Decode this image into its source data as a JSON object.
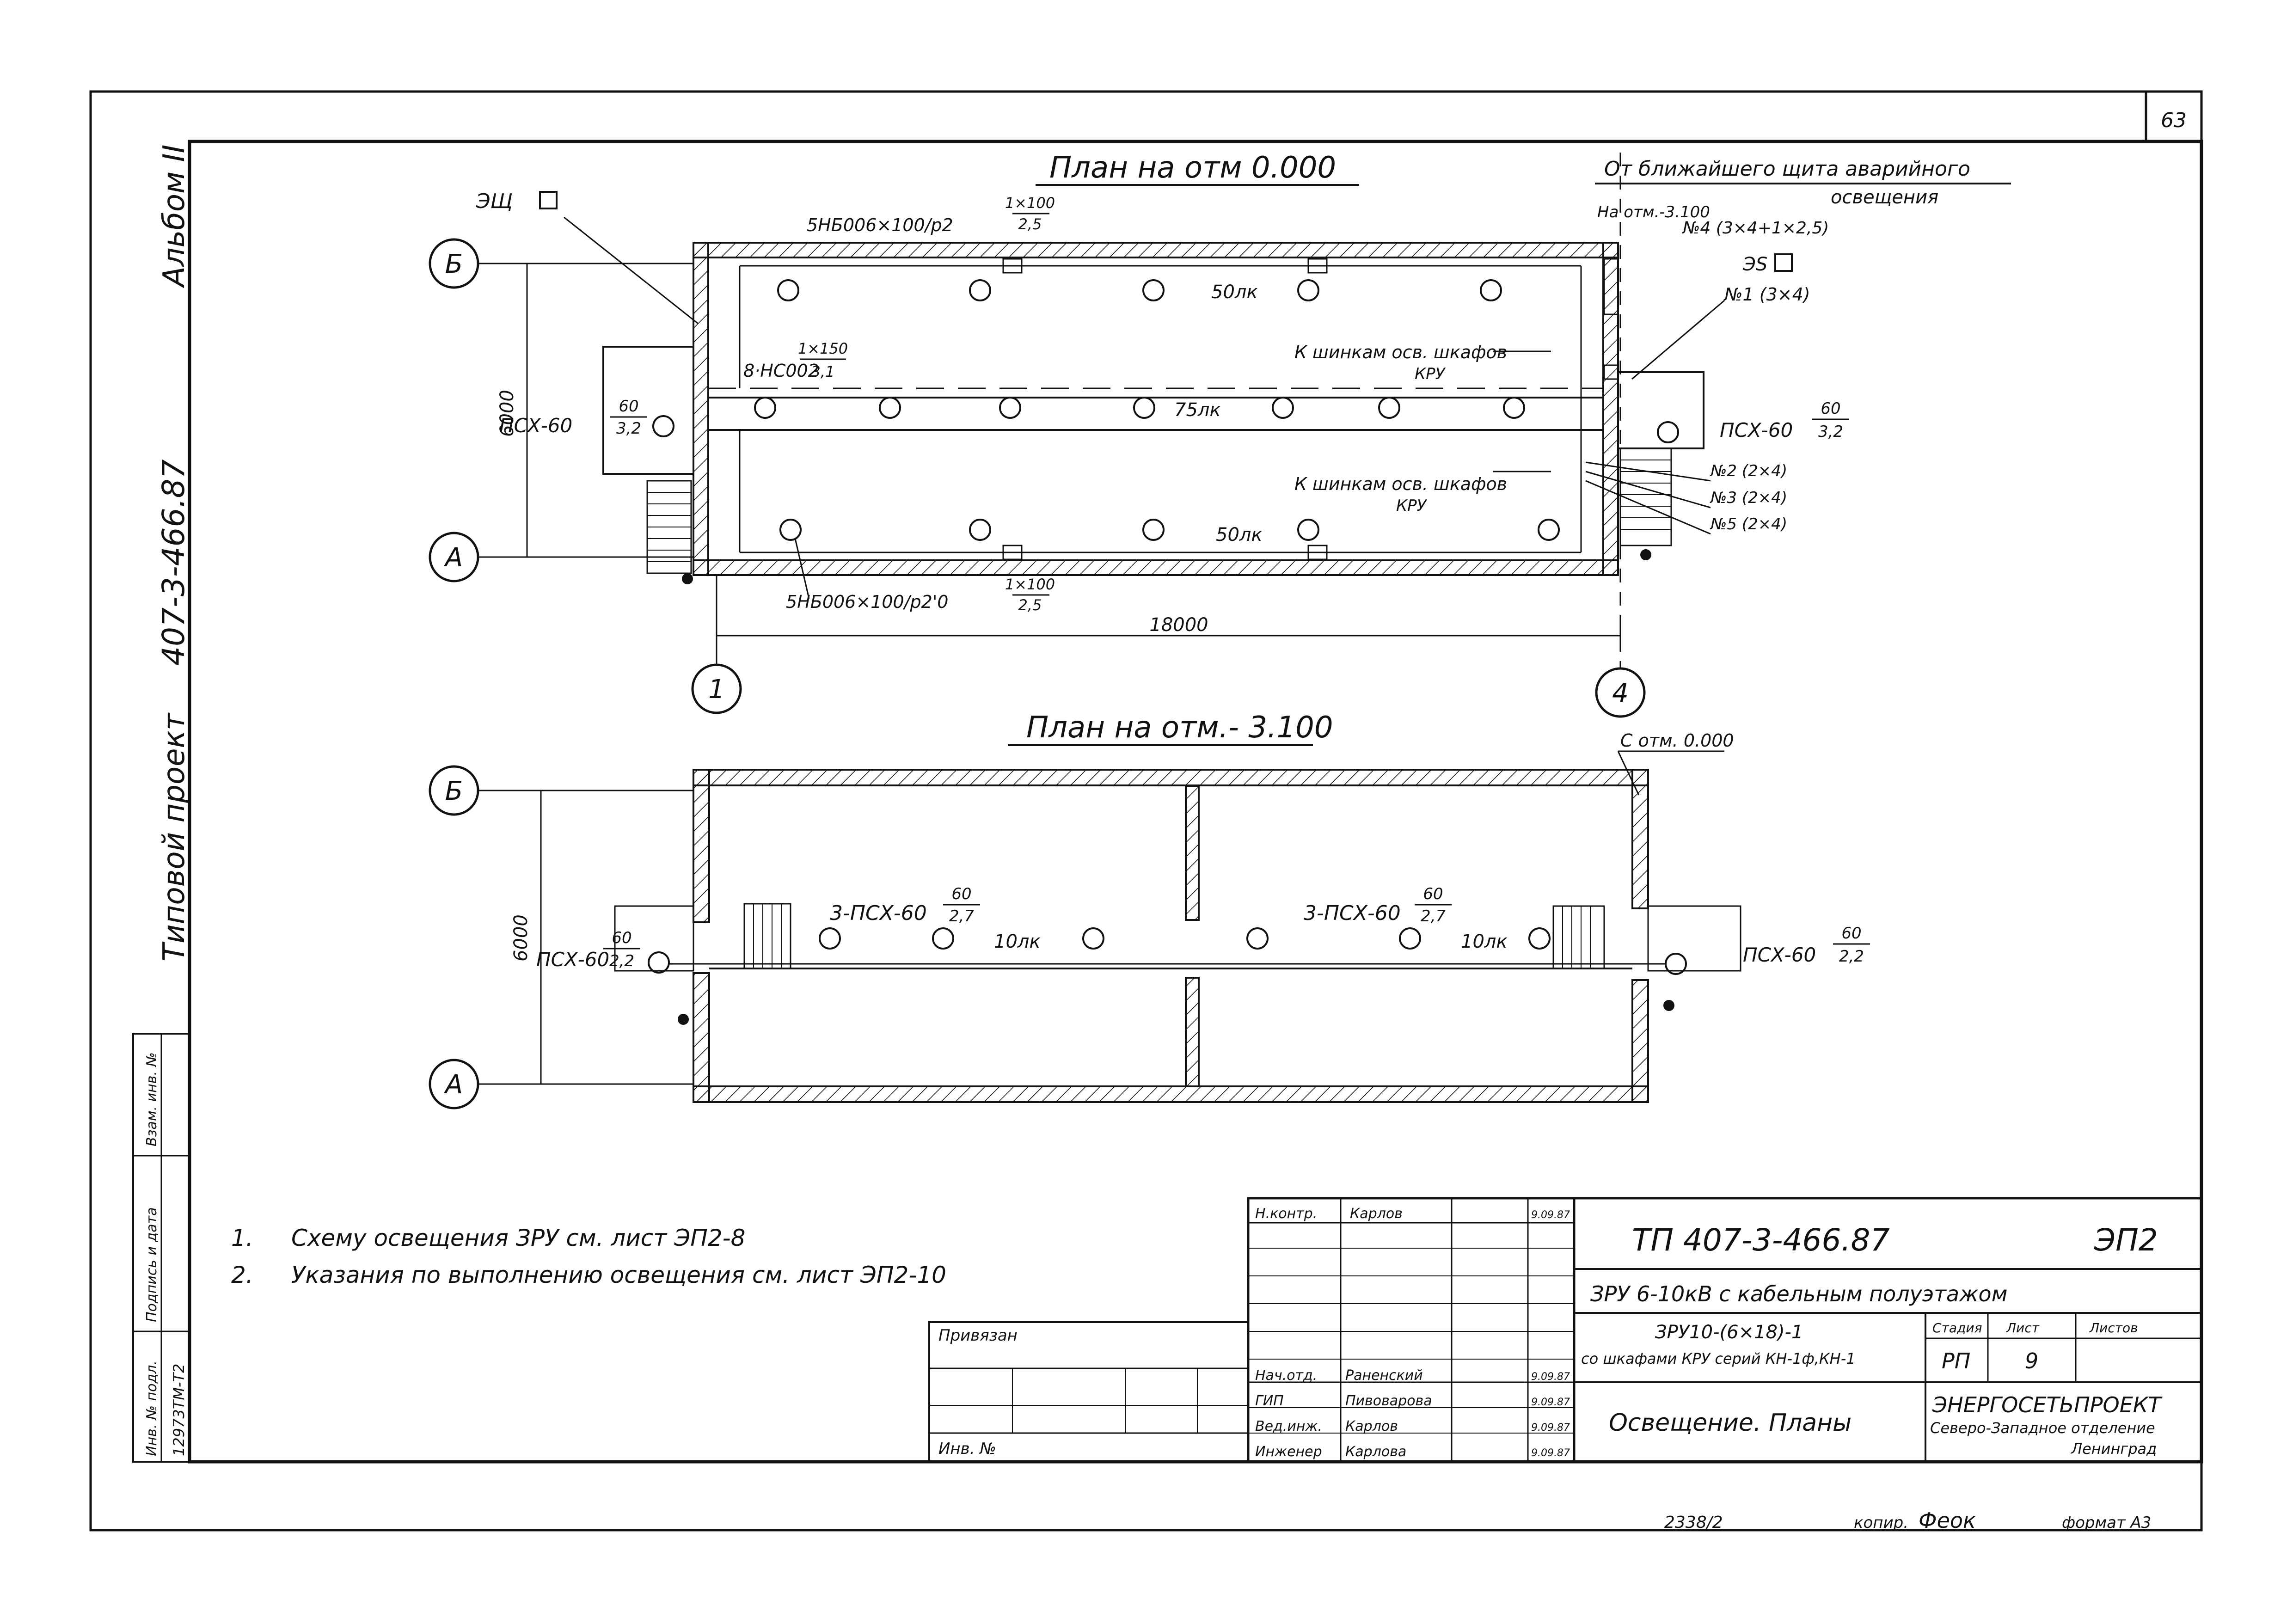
{
  "sheet": {
    "page_number": "63",
    "album_label": "Альбом II",
    "project_label": "Типовой проект",
    "project_code": "407-3-466.87",
    "footer_order": "2338/2",
    "footer_copied_label": "копир.",
    "footer_copied_signature": "Феок",
    "footer_format": "формат А3"
  },
  "plan_top": {
    "title": "План на отм 0.000",
    "axis_b": "Б",
    "axis_a": "А",
    "axis_1": "1",
    "axis_4": "4",
    "dim_height": "6000",
    "dim_length": "18000",
    "eq_label": "ЭЩ",
    "es_label": "ЭS",
    "emergency_note_1": "От ближайшего щита аварийного",
    "emergency_note_2": "освещения",
    "emergency_level": "На отм.-3.100",
    "cable_4": "№4 (3×4+1×2,5)",
    "cable_1": "№1 (3×4)",
    "cable_2": "№2 (2×4)",
    "cable_3": "№3 (2×4)",
    "cable_5": "№5 (2×4)",
    "lum_top_label": "5НБ006×100/р2",
    "lum_top_num": "1×100",
    "lum_top_den": "2,5",
    "lum_bottom_label": "5НБ006×100/р2'0",
    "lum_bottom_num": "1×100",
    "lum_bottom_den": "2,5",
    "hc_label": "8·НС002",
    "hc_num": "1×150",
    "hc_den": "3,1",
    "left_psx": "ПСХ-60",
    "left_psx_num": "60",
    "left_psx_den": "3,2",
    "right_psx": "ПСХ-60",
    "right_psx_num": "60",
    "right_psx_den": "3,2",
    "lux_top": "50лк",
    "lux_middle": "75лк",
    "lux_bottom": "50лк",
    "kru_note_top_1": "К шинкам осв. шкафов",
    "kru_note_top_2": "КРУ",
    "kru_note_bottom_1": "К шинкам осв. шкафов",
    "kru_note_bottom_2": "КРУ"
  },
  "plan_bottom": {
    "title": "План на отм.- 3.100",
    "axis_b": "Б",
    "axis_a": "А",
    "dim_height": "6000",
    "from_level": "С отм. 0.000",
    "left_group": "3-ПСХ-60",
    "left_group_num": "60",
    "left_group_den": "2,7",
    "right_group": "3-ПСХ-60",
    "right_group_num": "60",
    "right_group_den": "2,7",
    "lux_left": "10лк",
    "lux_right": "10лк",
    "left_psx": "ПСХ-60",
    "left_psx_num": "60",
    "left_psx_den": "2,2",
    "right_psx": "ПСХ-60",
    "right_psx_num": "60",
    "right_psx_den": "2,2"
  },
  "notes": [
    {
      "num": "1.",
      "text": "Схему освещения ЗРУ см. лист ЭП2-8"
    },
    {
      "num": "2.",
      "text": "Указания по выполнению освещения см. лист ЭП2-10"
    }
  ],
  "left_strip": {
    "col1": "Инв. № подл.",
    "col2": "Подпись и дата",
    "col3": "Взам. инв. №",
    "inv_value": "12973ТМ-Т2"
  },
  "title_block": {
    "doc_code": "ТП 407-3-466.87",
    "sheet_code": "ЭП2",
    "subtitle": "ЗРУ 6-10кВ с кабельным полуэтажом",
    "variant_1": "ЗРУ10-(6×18)-1",
    "variant_2": "со шкафами КРУ серий КН-1ф,КН-1",
    "stage_header": "Стадия",
    "sheet_header": "Лист",
    "sheets_header": "Листов",
    "stage_value": "РП",
    "sheet_value": "9",
    "drawing_name": "Освещение. Планы",
    "org_1": "ЭНЕРГОСЕТЬПРОЕКТ",
    "org_2": "Северо-Западное отделение",
    "org_3": "Ленинград",
    "bound_label": "Привязан",
    "inv_label": "Инв. №",
    "roles": [
      {
        "role": "Н.контр.",
        "name": "Карлов",
        "date": "9.09.87"
      },
      {
        "role": "Нач.отд.",
        "name": "Раненский",
        "date": "9.09.87"
      },
      {
        "role": "ГИП",
        "name": "Пивоварова",
        "date": "9.09.87"
      },
      {
        "role": "Вед.инж.",
        "name": "Карлов",
        "date": "9.09.87"
      },
      {
        "role": "Инженер",
        "name": "Карлова",
        "date": "9.09.87"
      }
    ]
  }
}
